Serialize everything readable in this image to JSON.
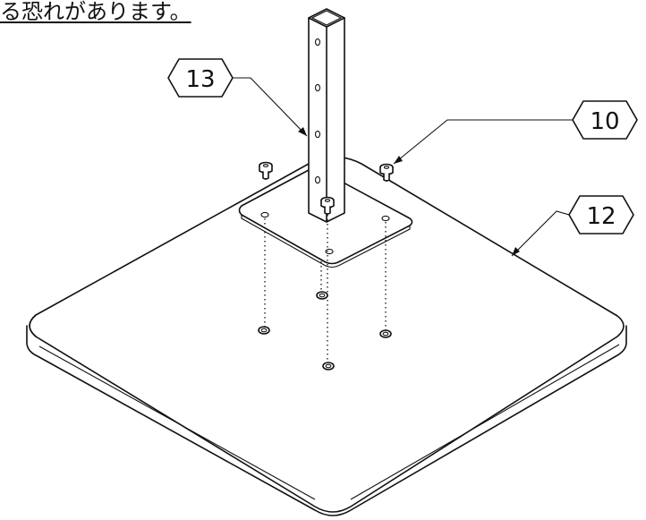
{
  "caption_text": "る恐れがあります。",
  "callouts": {
    "post": "13",
    "bolt": "10",
    "base": "12"
  }
}
